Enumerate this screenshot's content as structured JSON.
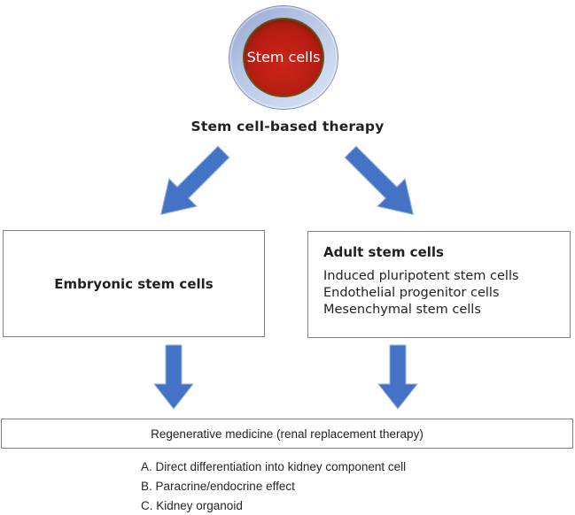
{
  "figure": {
    "root_node": {
      "label": "Stem cells"
    },
    "heading": "Stem cell-based therapy",
    "branches": {
      "left": {
        "title": "Embryonic stem cells"
      },
      "right": {
        "title": "Adult stem cells",
        "items": [
          "Induced pluripotent stem cells",
          "Endothelial progenitor cells",
          "Mesenchymal stem cells"
        ]
      }
    },
    "outcome_box": {
      "label": "Regenerative medicine (renal replacement therapy)"
    },
    "mechanisms": [
      "A. Direct differentiation into kidney component cell",
      "B. Paracrine/endocrine effect",
      "C. Kidney organoid"
    ],
    "colors": {
      "arrow_blue": "#4472C4",
      "arrow_edge": "#93B1E0",
      "node_red": "#B71D13",
      "node_ring_blue": "#BECDEA",
      "box_border_gray": "#808080",
      "text_dark": "#231F20"
    }
  }
}
